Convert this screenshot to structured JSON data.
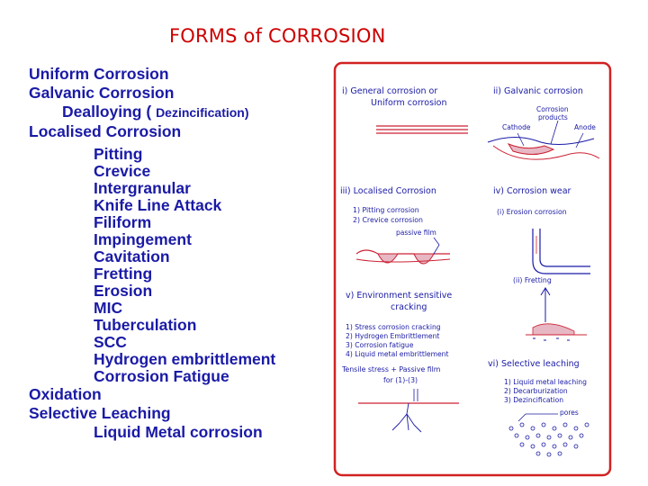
{
  "title": "FORMS of CORROSION",
  "outline": {
    "uniform": "Uniform Corrosion",
    "galvanic": "Galvanic Corrosion",
    "dealloying": "Dealloying (",
    "dealloying_detail": "Dezincification)",
    "localised": "Localised Corrosion",
    "localised_items": [
      "Pitting",
      "Crevice",
      "Intergranular",
      "Knife Line Attack",
      "Filiform",
      "Impingement",
      "Cavitation",
      "Fretting",
      "Erosion",
      "MIC",
      "Tuberculation",
      "SCC",
      "Hydrogen embrittlement",
      "Corrosion Fatigue"
    ],
    "oxidation": "Oxidation",
    "selective": "Selective Leaching",
    "liquid_metal": "Liquid Metal corrosion"
  },
  "figure": {
    "general_a": "i) General corrosion or",
    "general_b": "Uniform corrosion",
    "galvanic": "ii) Galvanic corrosion",
    "corrosion_products_a": "Corrosion",
    "corrosion_products_b": "products",
    "cathode": "Cathode",
    "anode": "Anode",
    "localised": "iii) Localised Corrosion",
    "pitting": "1) Pitting corrosion",
    "crevice": "2) Crevice corrosion",
    "passive_film": "passive film",
    "wear": "iv) Corrosion wear",
    "erosion": "(i) Erosion corrosion",
    "fretting": "(ii) Fretting",
    "env_a": "v) Environment sensitive",
    "env_b": "cracking",
    "env_items": [
      "1) Stress corrosion cracking",
      "2) Hydrogen Embrittlement",
      "3) Corrosion fatigue",
      "4) Liquid metal embrittlement"
    ],
    "tensile_a": "Tensile stress + Passive film",
    "tensile_b": "for (1)-(3)",
    "selective": "vi) Selective leaching",
    "leach_items": [
      "1) Liquid metal leaching",
      "2) Decarburization",
      "3) Dezincification"
    ],
    "pores": "pores"
  },
  "colors": {
    "title": "#cc0000",
    "text": "#1a1aa6",
    "frame": "#d22222"
  }
}
